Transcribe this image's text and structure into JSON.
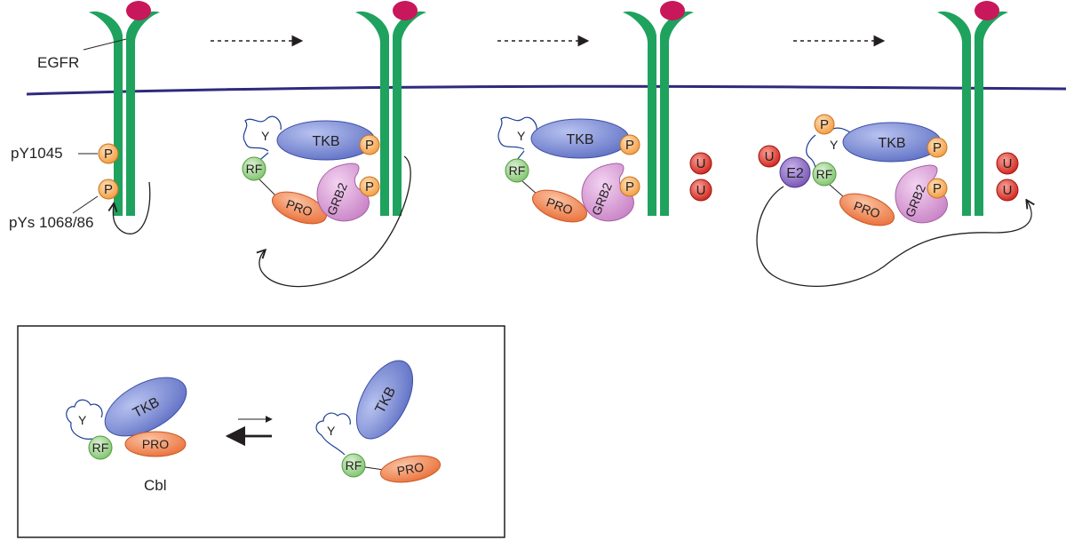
{
  "labels": {
    "egfr": "EGFR",
    "py1045": "pY1045",
    "pys": "pYs 1068/86",
    "cbl": "Cbl"
  },
  "domains": {
    "tkb": "TKB",
    "grb2": "GRB2",
    "pro": "PRO",
    "rf": "RF",
    "e2": "E2",
    "y": "Y"
  },
  "modifications": {
    "phospho": "P",
    "ubiquitin": "U"
  },
  "colors": {
    "membrane": "#2e2a7e",
    "receptor": "#1fa25e",
    "ligand": "#c8175a",
    "tkb": "#7f8fd6",
    "grb2": "#d9a0d6",
    "pro": "#f08c5a",
    "rf": "#a7d79a",
    "e2": "#8b6cc0",
    "phospho": "#f7ad62",
    "ubiquitin": "#d6241c",
    "linker": "#1c3f94"
  }
}
